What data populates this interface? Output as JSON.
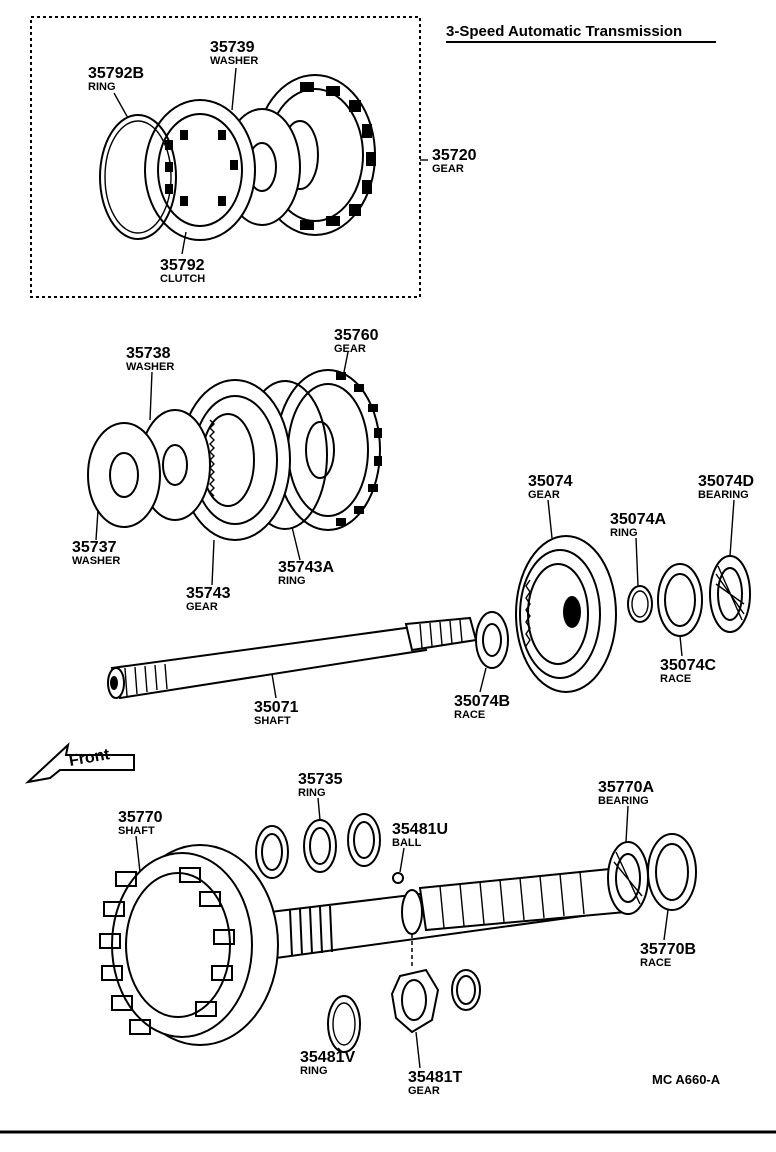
{
  "title": "3-Speed Automatic Transmission",
  "front_label": "Front",
  "diagram_code": "MC  A660-A",
  "parts": [
    {
      "key": "p35792b",
      "number": "35792B",
      "name": "RING"
    },
    {
      "key": "p35739",
      "number": "35739",
      "name": "WASHER"
    },
    {
      "key": "p35720",
      "number": "35720",
      "name": "GEAR"
    },
    {
      "key": "p35792",
      "number": "35792",
      "name": "CLUTCH"
    },
    {
      "key": "p35760",
      "number": "35760",
      "name": "GEAR"
    },
    {
      "key": "p35738",
      "number": "35738",
      "name": "WASHER"
    },
    {
      "key": "p35737",
      "number": "35737",
      "name": "WASHER"
    },
    {
      "key": "p35743",
      "number": "35743",
      "name": "GEAR"
    },
    {
      "key": "p35743a",
      "number": "35743A",
      "name": "RING"
    },
    {
      "key": "p35074",
      "number": "35074",
      "name": "GEAR"
    },
    {
      "key": "p35074d",
      "number": "35074D",
      "name": "BEARING"
    },
    {
      "key": "p35074a",
      "number": "35074A",
      "name": "RING"
    },
    {
      "key": "p35074c",
      "number": "35074C",
      "name": "RACE"
    },
    {
      "key": "p35074b",
      "number": "35074B",
      "name": "RACE"
    },
    {
      "key": "p35071",
      "number": "35071",
      "name": "SHAFT"
    },
    {
      "key": "p35735",
      "number": "35735",
      "name": "RING"
    },
    {
      "key": "p35770a",
      "number": "35770A",
      "name": "BEARING"
    },
    {
      "key": "p35770",
      "number": "35770",
      "name": "SHAFT"
    },
    {
      "key": "p35481u",
      "number": "35481U",
      "name": "BALL"
    },
    {
      "key": "p35770b",
      "number": "35770B",
      "name": "RACE"
    },
    {
      "key": "p35481v",
      "number": "35481V",
      "name": "RING"
    },
    {
      "key": "p35481t",
      "number": "35481T",
      "name": "GEAR"
    }
  ]
}
